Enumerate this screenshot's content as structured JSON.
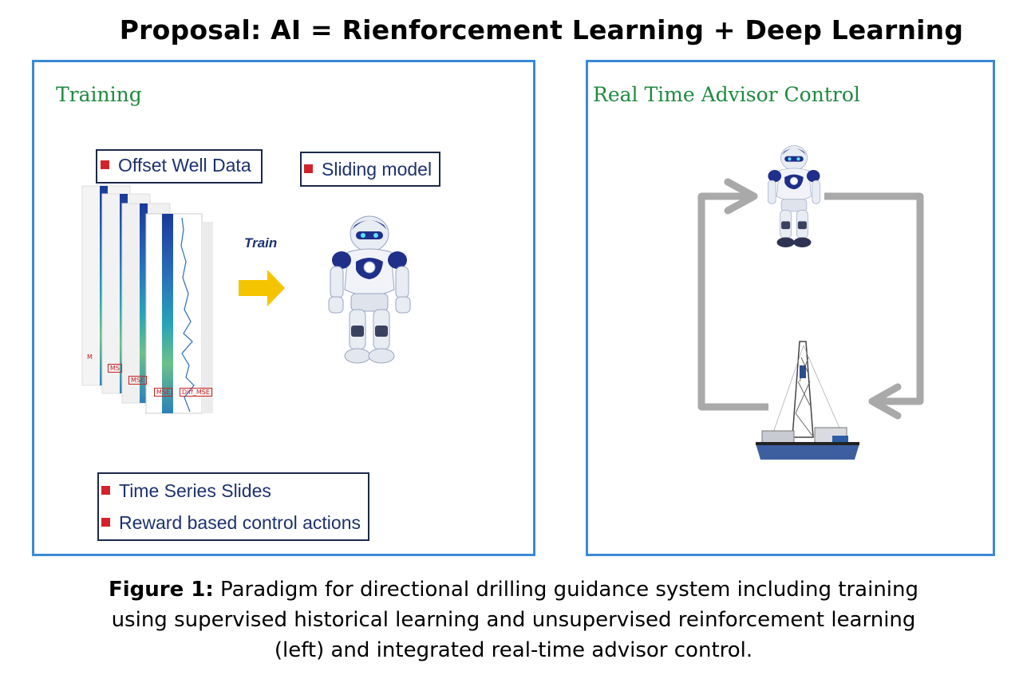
{
  "title": "Proposal: AI = Rienforcement Learning + Deep Learning",
  "left_panel": {
    "title": "Training",
    "offset_label": "Offset Well Data",
    "sliding_label": "Sliding model",
    "train_label": "Train",
    "bottom_items": [
      "Time Series Slides",
      "Reward based control actions"
    ],
    "mini_labels": [
      "M",
      "MS",
      "MSE",
      "MSE",
      "Diff_MSE"
    ]
  },
  "right_panel": {
    "title": "Real Time Advisor Control"
  },
  "caption": {
    "bold": "Figure 1:",
    "line1": " Paradigm for directional drilling guidance system including training",
    "line2": "using supervised historical learning and unsupervised reinforcement learning",
    "line3": "(left) and integrated real-time advisor control."
  },
  "colors": {
    "panel_border": "#3a8ad6",
    "panel_title": "#1f8a3f",
    "label_text": "#1c3270",
    "bullet": "#d2232a",
    "arrow": "#f5c400",
    "loop_arrow": "#a9a9a9"
  },
  "icons": [
    "robot-icon",
    "drilling-rig-icon",
    "data-sheets-graphic"
  ]
}
